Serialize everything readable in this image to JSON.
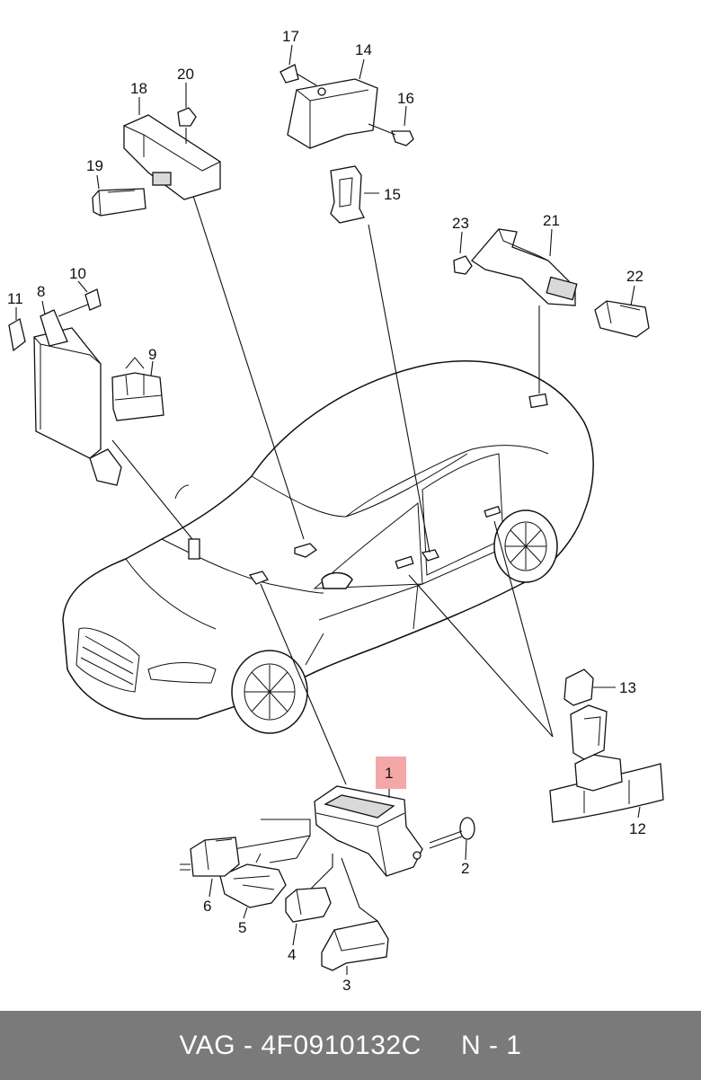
{
  "diagram": {
    "callouts": {
      "c1": "1",
      "c2": "2",
      "c3": "3",
      "c4": "4",
      "c5": "5",
      "c6": "6",
      "c8": "8",
      "c9": "9",
      "c10": "10",
      "c11": "11",
      "c12": "12",
      "c13": "13",
      "c14": "14",
      "c15": "15",
      "c16": "16",
      "c17": "17",
      "c18": "18",
      "c19": "19",
      "c20": "20",
      "c21": "21",
      "c22": "22",
      "c23": "23"
    },
    "highlight_color": "#f4a7a7"
  },
  "footer": {
    "brand": "VAG",
    "separator": " - ",
    "part_number": "4F0910132C",
    "gap": "     ",
    "position": "N - 1"
  }
}
